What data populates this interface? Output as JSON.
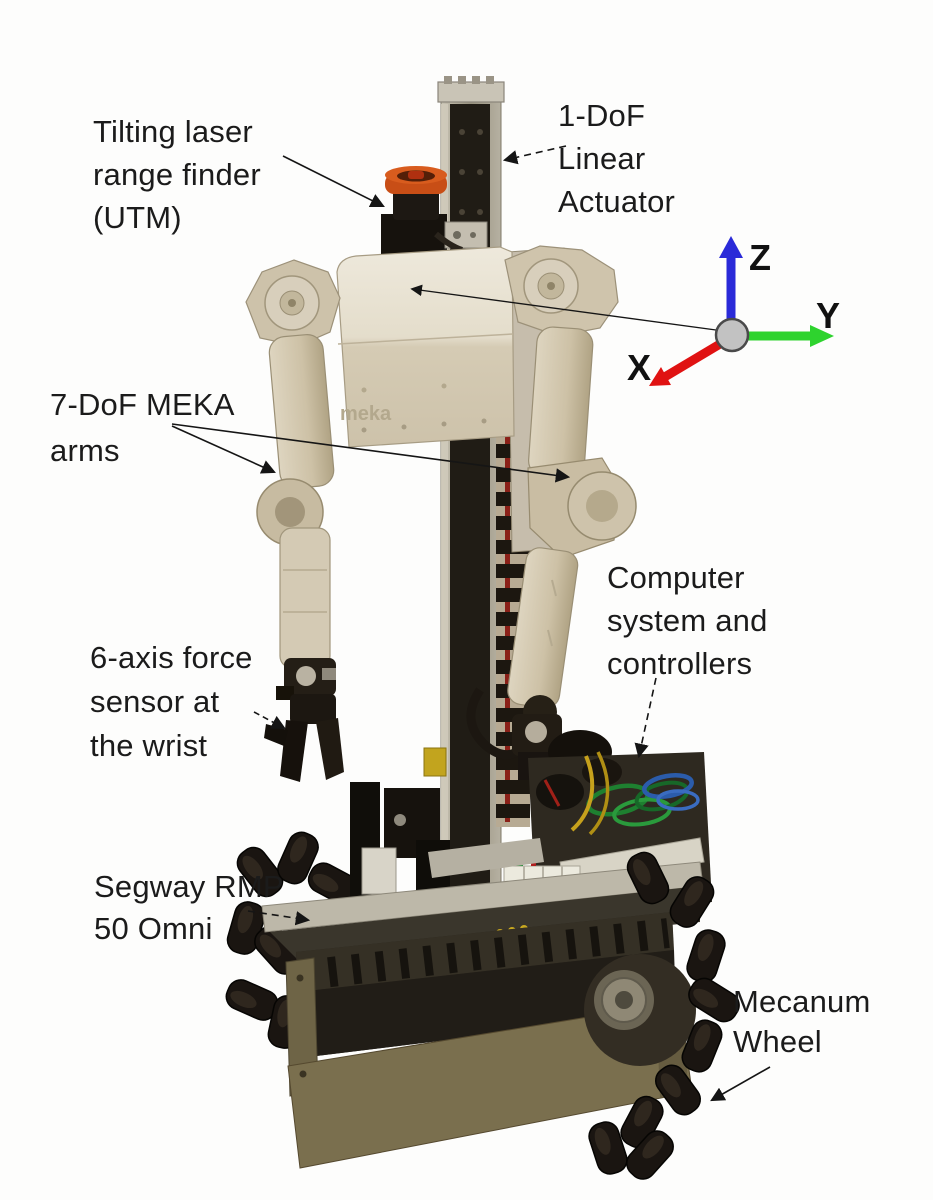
{
  "figure": {
    "type": "annotated-robot-figure",
    "background": "#fdfdfc",
    "annotation_color": "#151515",
    "labels": {
      "laser": {
        "lines": [
          "Tilting laser",
          "range finder",
          "(UTM)"
        ]
      },
      "actuator": {
        "lines": [
          "1-DoF",
          "Linear",
          "Actuator"
        ]
      },
      "arms": {
        "lines": [
          "7-DoF MEKA",
          "arms"
        ]
      },
      "force_sensor": {
        "lines": [
          "6-axis force",
          "sensor at",
          "the wrist"
        ]
      },
      "computer": {
        "lines": [
          "Computer",
          "system and",
          "controllers"
        ]
      },
      "segway": {
        "lines": [
          "Segway RMP",
          "50 Omni"
        ]
      },
      "mecanum": {
        "lines": [
          "Mecanum",
          "Wheel"
        ]
      }
    },
    "axes": {
      "x": {
        "label": "X",
        "color": "#e01212"
      },
      "y": {
        "label": "Y",
        "color": "#2ed32e"
      },
      "z": {
        "label": "Z",
        "color": "#2a2ad8"
      }
    },
    "robot": {
      "brand": "meka",
      "colors": {
        "arm": "#c9bda4",
        "torso_light": "#ece7da",
        "torso_dark": "#cfc5ae",
        "column_dark": "#201c15",
        "column_silver": "#b6b1a2",
        "laser_orange": "#cc4f1a",
        "base_frame_olive": "#7a6f4e",
        "wheel_black": "#1a1511",
        "wire_green": "#2a9a3c",
        "wire_yellow": "#c6a11c",
        "wire_blue": "#2b5cab"
      }
    }
  }
}
